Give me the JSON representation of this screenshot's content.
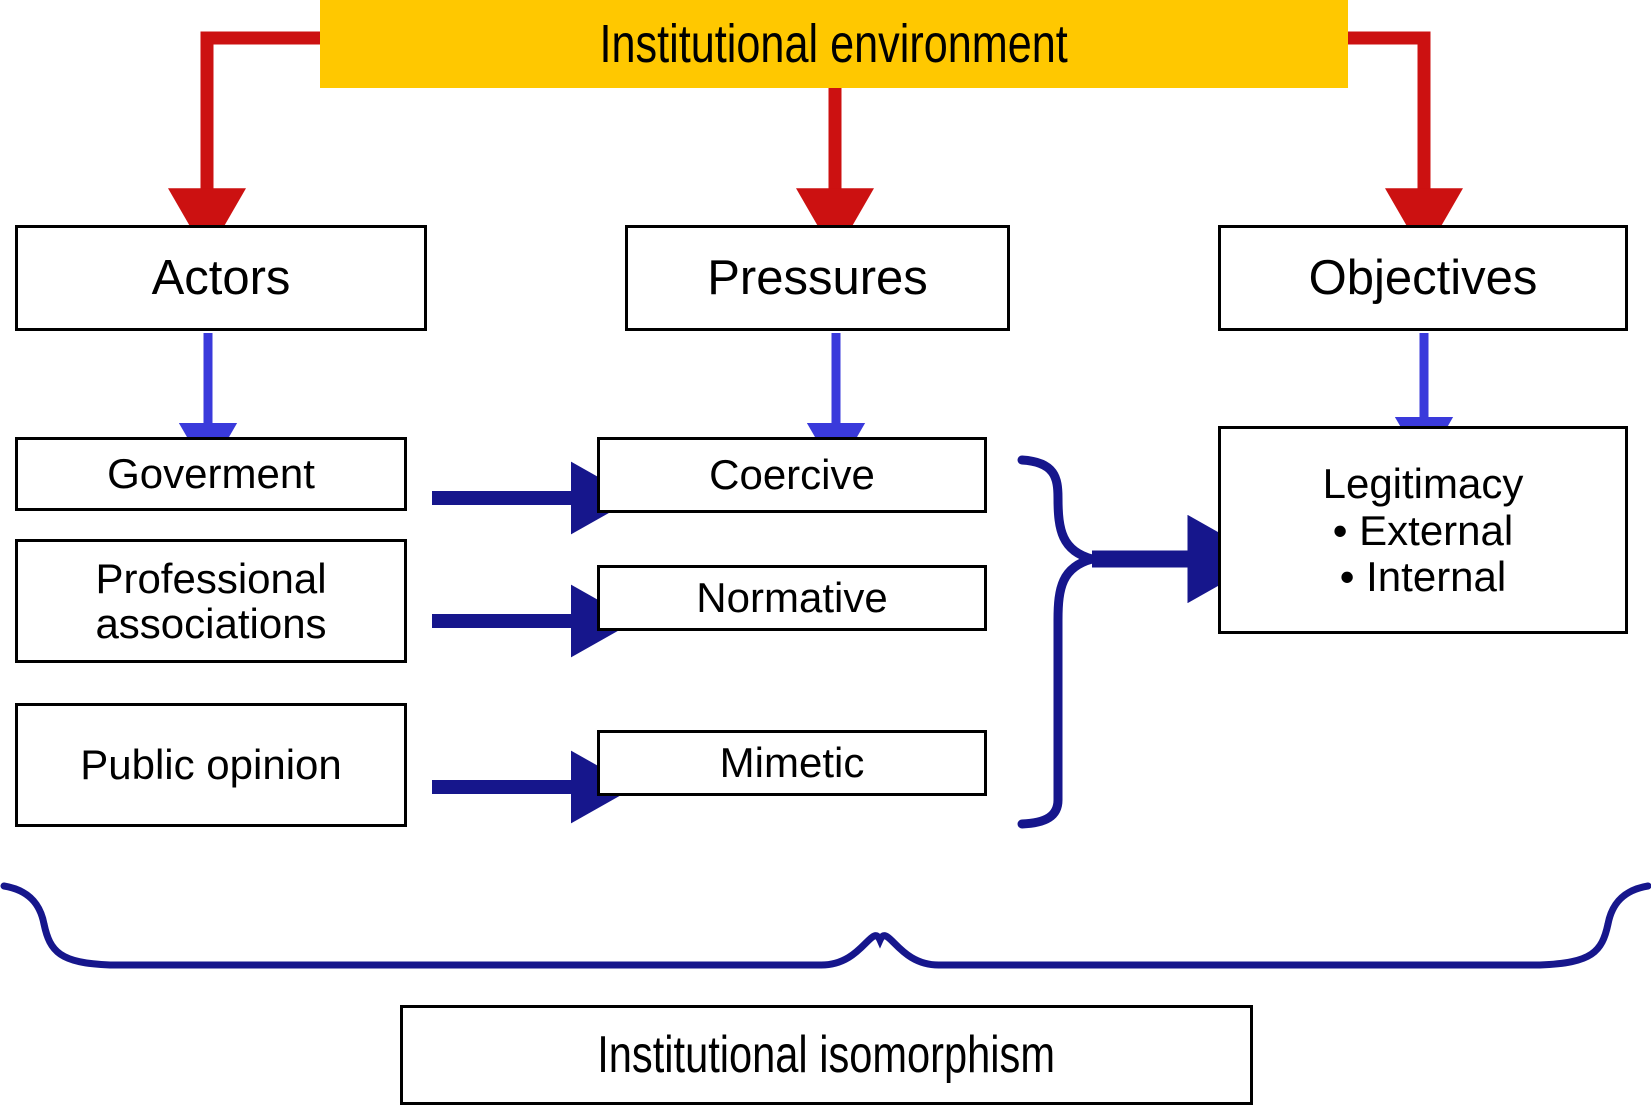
{
  "diagram": {
    "title": "Institutional environment",
    "colors": {
      "banner_fill": "#FFC800",
      "red_arrow": "#CC1111",
      "light_blue_arrow": "#3A3ADB",
      "dark_blue_arrow": "#16168C",
      "box_border": "#000000",
      "box_fill": "#FFFFFF",
      "text": "#000000"
    },
    "columns": {
      "actors": {
        "header": "Actors",
        "items": [
          {
            "label": "Goverment"
          },
          {
            "label_line1": "Professional",
            "label_line2": "associations"
          },
          {
            "label": "Public opinion"
          }
        ]
      },
      "pressures": {
        "header": "Pressures",
        "items": [
          {
            "label": "Coercive"
          },
          {
            "label": "Normative"
          },
          {
            "label": "Mimetic"
          }
        ]
      },
      "objectives": {
        "header": "Objectives",
        "result": {
          "title": "Legitimacy",
          "bullets": [
            "• External",
            "• Internal"
          ]
        }
      }
    },
    "footer": {
      "label": "Institutional isomorphism"
    }
  }
}
